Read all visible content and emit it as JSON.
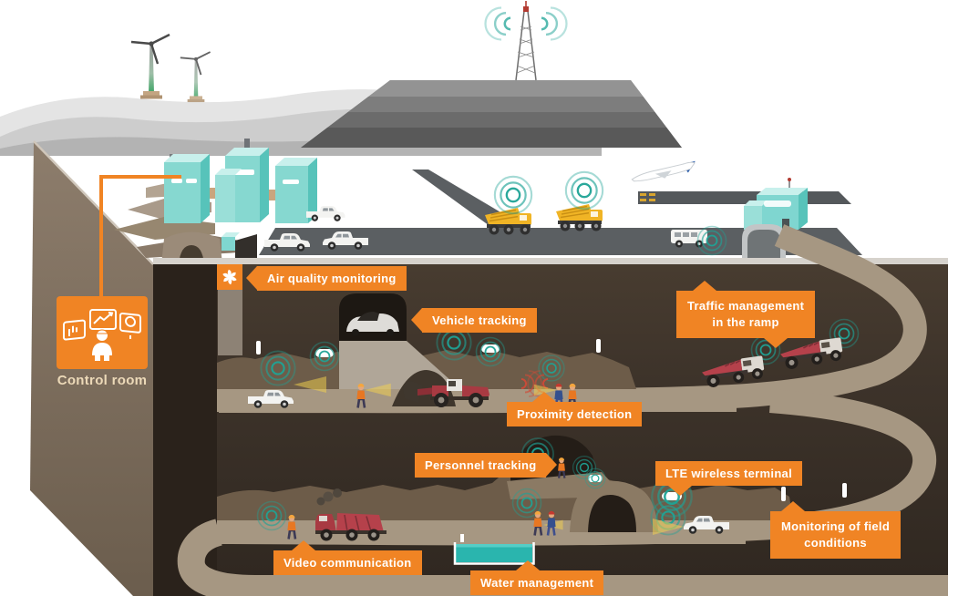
{
  "labels": {
    "air_quality": "Air quality monitoring",
    "vehicle_tracking": "Vehicle tracking",
    "traffic_management_line1": "Traffic management",
    "traffic_management_line2": "in the ramp",
    "proximity_detection": "Proximity detection",
    "personnel_tracking": "Personnel tracking",
    "lte_terminal": "LTE wireless terminal",
    "monitoring_line1": "Monitoring of field",
    "monitoring_line2": "conditions",
    "video_communication": "Video communication",
    "water_management": "Water management"
  },
  "control_room": {
    "label": "Control room"
  },
  "icons": {
    "ventilation_fan": "fan-icon",
    "control_room_monitors": "control-monitors-icon",
    "wireless_signal": "signal-ripples-icon"
  },
  "colors": {
    "accent_orange": "#F08424",
    "signal_teal": "#1FA396",
    "water_teal": "#2AB5AE",
    "plant_teal": "#7FD6D0",
    "machine_red": "#B5414B",
    "truck_yellow": "#F0B425"
  }
}
